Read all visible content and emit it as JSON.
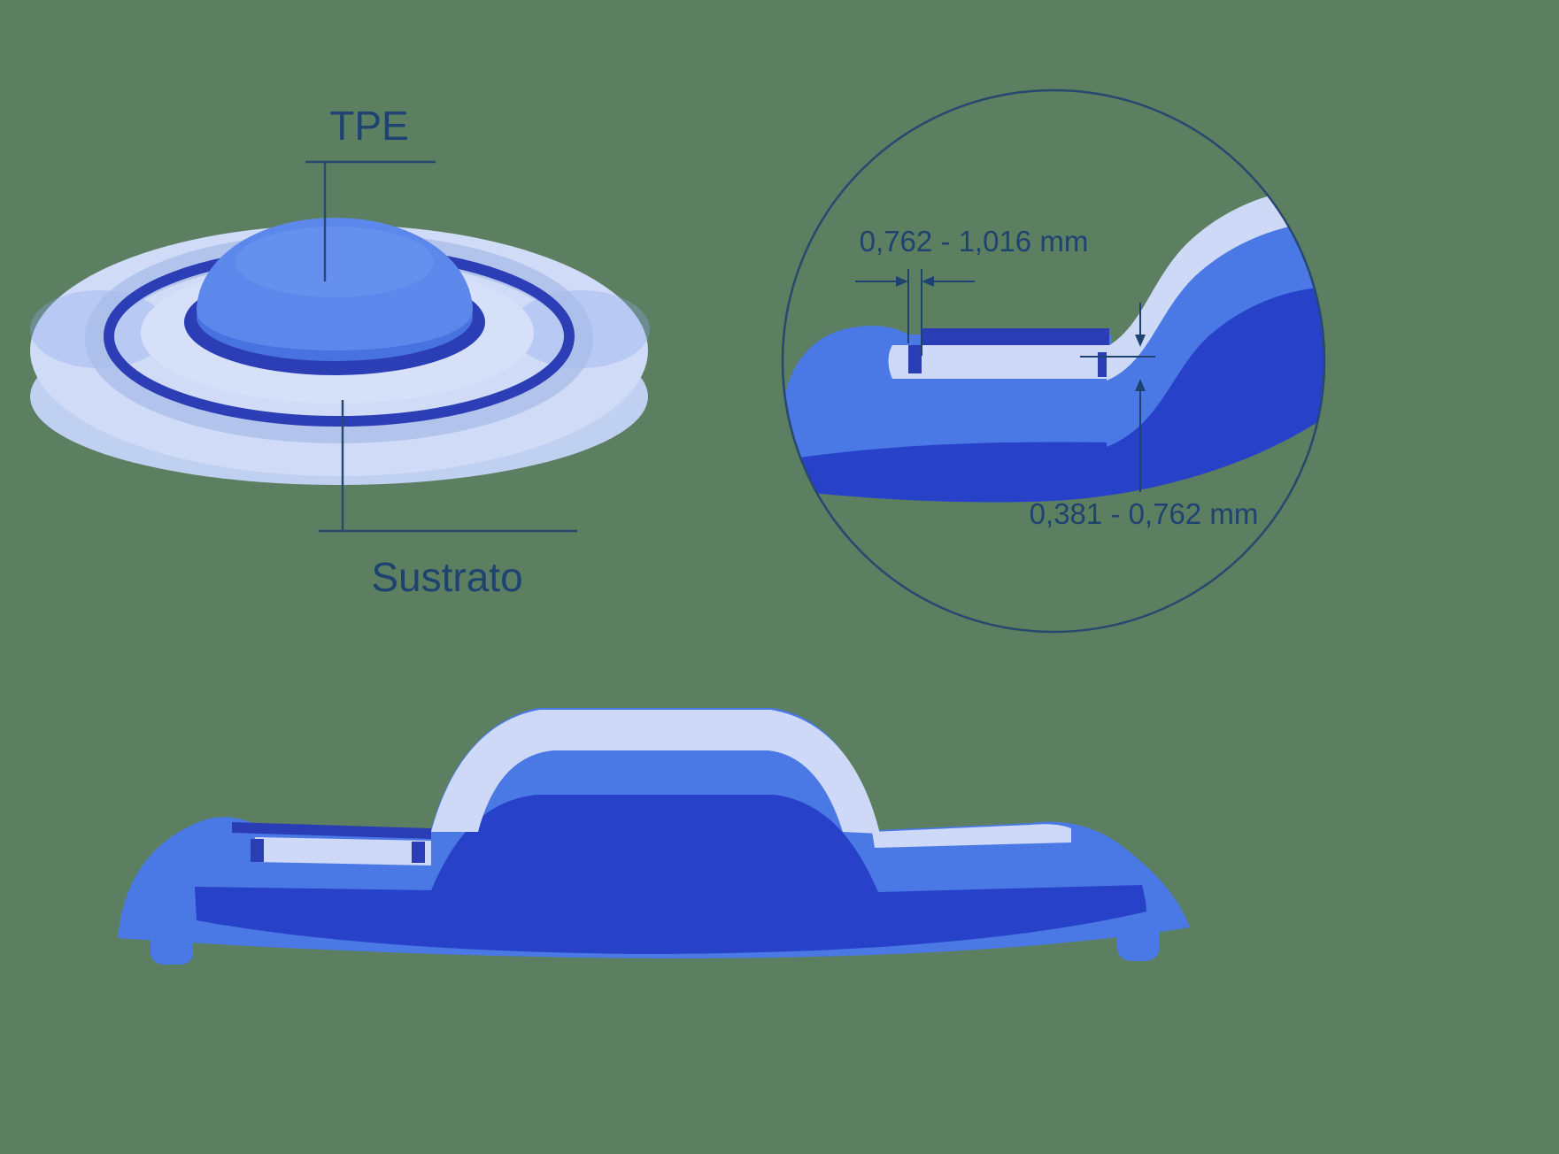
{
  "background_color": "#5b7f60",
  "palette": {
    "light_blue": "#cdd9f6",
    "ledge_light": "#d6e0f8",
    "medium_blue": "#4a79e6",
    "dome_blue": "#5d88eb",
    "dome_rim_blue": "#4872e0",
    "dark_blue": "#2742c8",
    "navy_ring": "#2c3eb5",
    "annotation_navy": "#1f4370"
  },
  "isometric_view": {
    "top_label": "TPE",
    "bottom_label": "Sustrato"
  },
  "detail_view": {
    "top_dimension": "0,762 - 1,016 mm",
    "bottom_dimension": "0,381 - 0,762 mm"
  }
}
